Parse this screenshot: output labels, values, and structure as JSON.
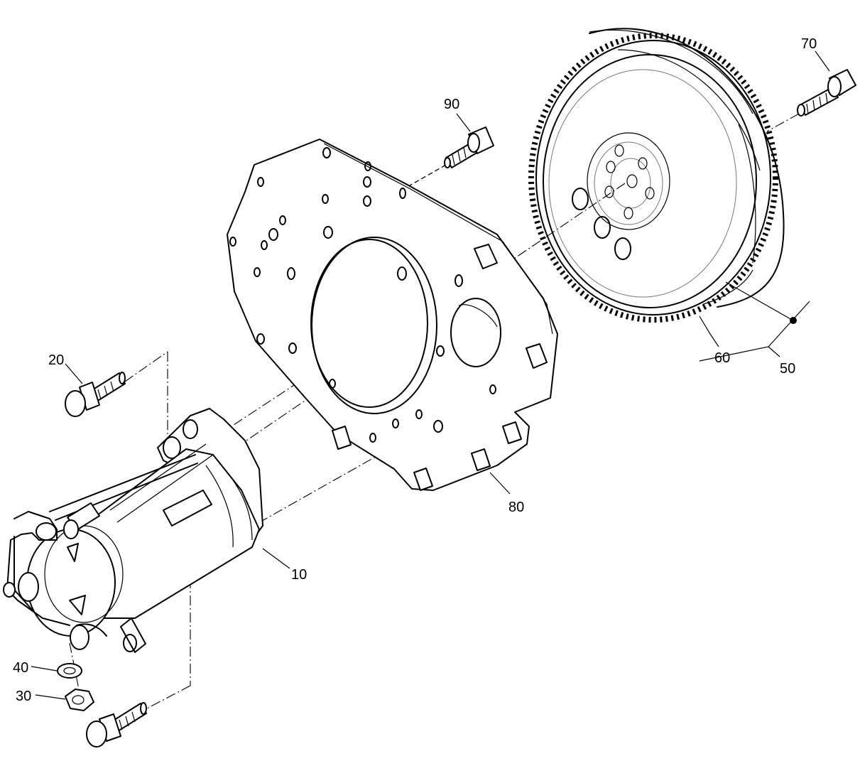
{
  "callouts": {
    "c10": "10",
    "c20": "20",
    "c30": "30",
    "c40": "40",
    "c50": "50",
    "c60": "60",
    "c70": "70",
    "c80": "80",
    "c90": "90"
  },
  "colors": {
    "line": "#000000",
    "background": "#ffffff"
  }
}
